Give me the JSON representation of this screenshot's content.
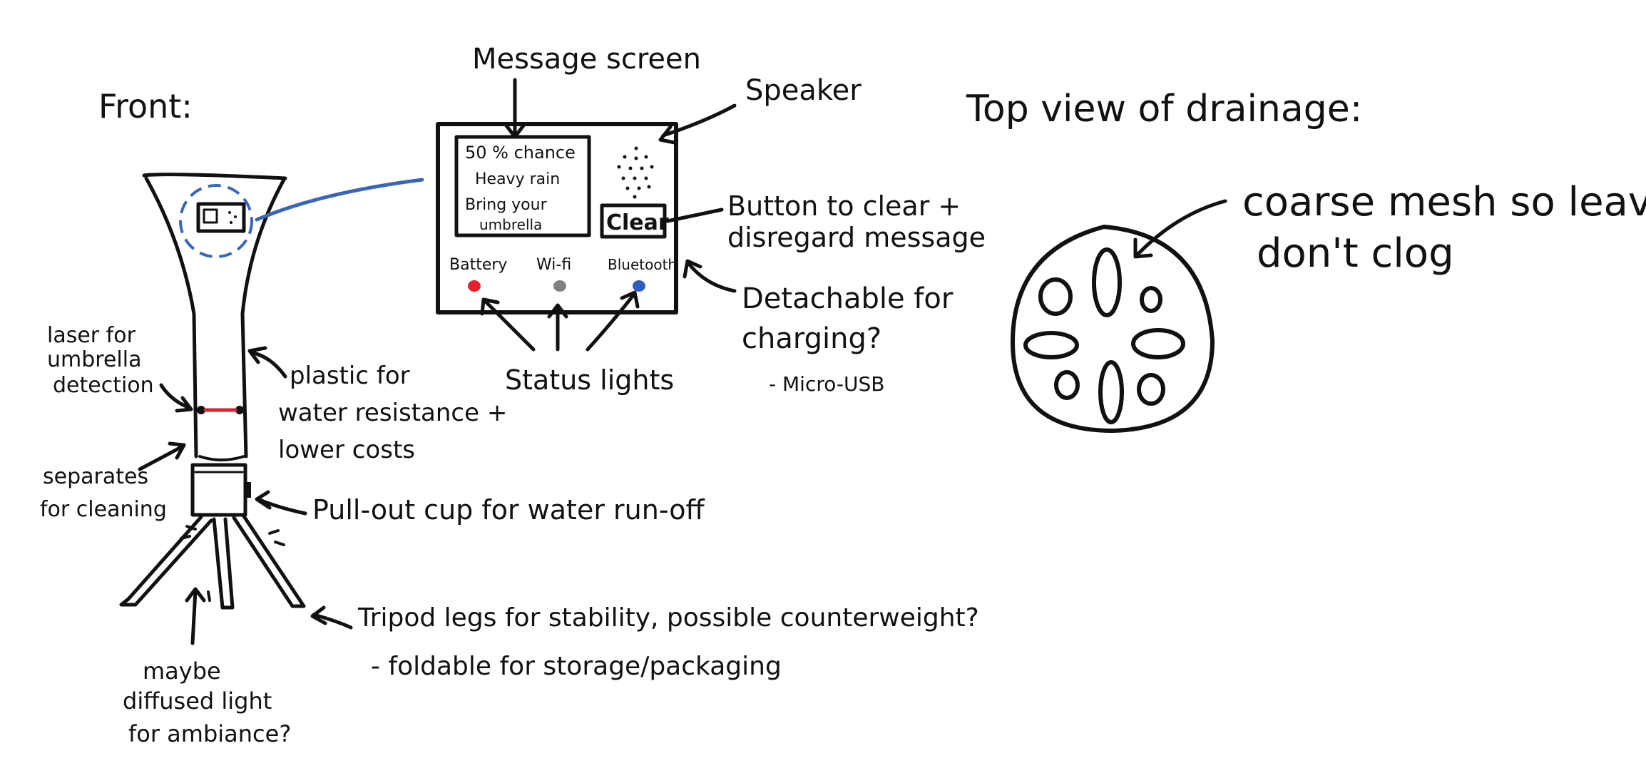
{
  "headings": {
    "front": "Front:",
    "top_view": "Top view of drainage:"
  },
  "screen_callouts": {
    "message_screen": "Message screen",
    "speaker": "Speaker",
    "clear_button": [
      "Button to clear +",
      "disregard message"
    ],
    "detachable": [
      "Detachable for",
      "charging?",
      "- Micro-USB"
    ],
    "status_lights": "Status lights"
  },
  "screen": {
    "message_lines": [
      "50 % chance",
      "Heavy rain",
      "Bring your",
      "umbrella"
    ],
    "clear_label": "Clear",
    "indicators": [
      {
        "label": "Battery",
        "color": "#e8202e"
      },
      {
        "label": "Wi-fi",
        "color": "#808080"
      },
      {
        "label": "Bluetooth",
        "color": "#2f5fbe"
      }
    ]
  },
  "stand_callouts": {
    "laser": [
      "laser for",
      "umbrella",
      "detection"
    ],
    "plastic": [
      "plastic for",
      "water resistance +",
      "lower costs"
    ],
    "separates": [
      "separates",
      "for cleaning"
    ],
    "cup": "Pull-out cup for water run-off",
    "tripod": [
      "Tripod legs for stability, possible counterweight?",
      "- foldable for storage/packaging"
    ],
    "light": [
      "maybe",
      "diffused light",
      "for ambiance?"
    ]
  },
  "drainage": {
    "mesh": [
      "coarse mesh so leaves",
      "don't clog"
    ]
  },
  "colors": {
    "ink": "#111111",
    "blue_link": "#3a66b8",
    "laser_red": "#d8232e"
  }
}
